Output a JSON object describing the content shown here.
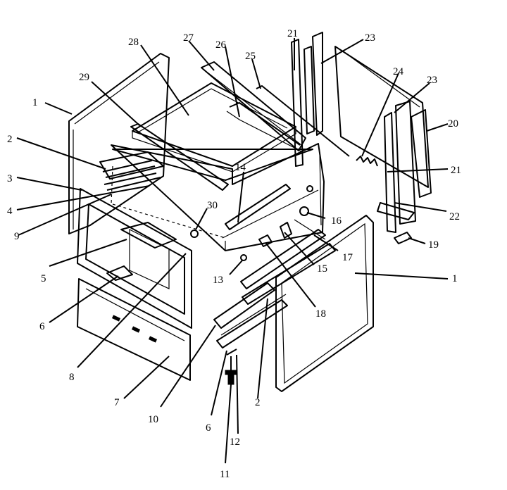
{
  "callouts": [
    {
      "id": "c1a",
      "text": "1"
    },
    {
      "id": "c2a",
      "text": "2"
    },
    {
      "id": "c3",
      "text": "3"
    },
    {
      "id": "c4",
      "text": "4"
    },
    {
      "id": "c9",
      "text": "9"
    },
    {
      "id": "c5",
      "text": "5"
    },
    {
      "id": "c6a",
      "text": "6"
    },
    {
      "id": "c8",
      "text": "8"
    },
    {
      "id": "c7",
      "text": "7"
    },
    {
      "id": "c10",
      "text": "10"
    },
    {
      "id": "c6b",
      "text": "6"
    },
    {
      "id": "c12",
      "text": "12"
    },
    {
      "id": "c11",
      "text": "11"
    },
    {
      "id": "c2b",
      "text": "2"
    },
    {
      "id": "c28",
      "text": "28"
    },
    {
      "id": "c29",
      "text": "29"
    },
    {
      "id": "c27",
      "text": "27"
    },
    {
      "id": "c26",
      "text": "26"
    },
    {
      "id": "c25",
      "text": "25"
    },
    {
      "id": "c21a",
      "text": "21"
    },
    {
      "id": "c23a",
      "text": "23"
    },
    {
      "id": "c24",
      "text": "24"
    },
    {
      "id": "c23b",
      "text": "23"
    },
    {
      "id": "c20",
      "text": "20"
    },
    {
      "id": "c21b",
      "text": "21"
    },
    {
      "id": "c22",
      "text": "22"
    },
    {
      "id": "c14",
      "text": "14"
    },
    {
      "id": "c30",
      "text": "30"
    },
    {
      "id": "c16",
      "text": "16"
    },
    {
      "id": "c19",
      "text": "19"
    },
    {
      "id": "c17",
      "text": "17"
    },
    {
      "id": "c15",
      "text": "15"
    },
    {
      "id": "c13",
      "text": "13"
    },
    {
      "id": "c18",
      "text": "18"
    },
    {
      "id": "c1b",
      "text": "1"
    }
  ]
}
